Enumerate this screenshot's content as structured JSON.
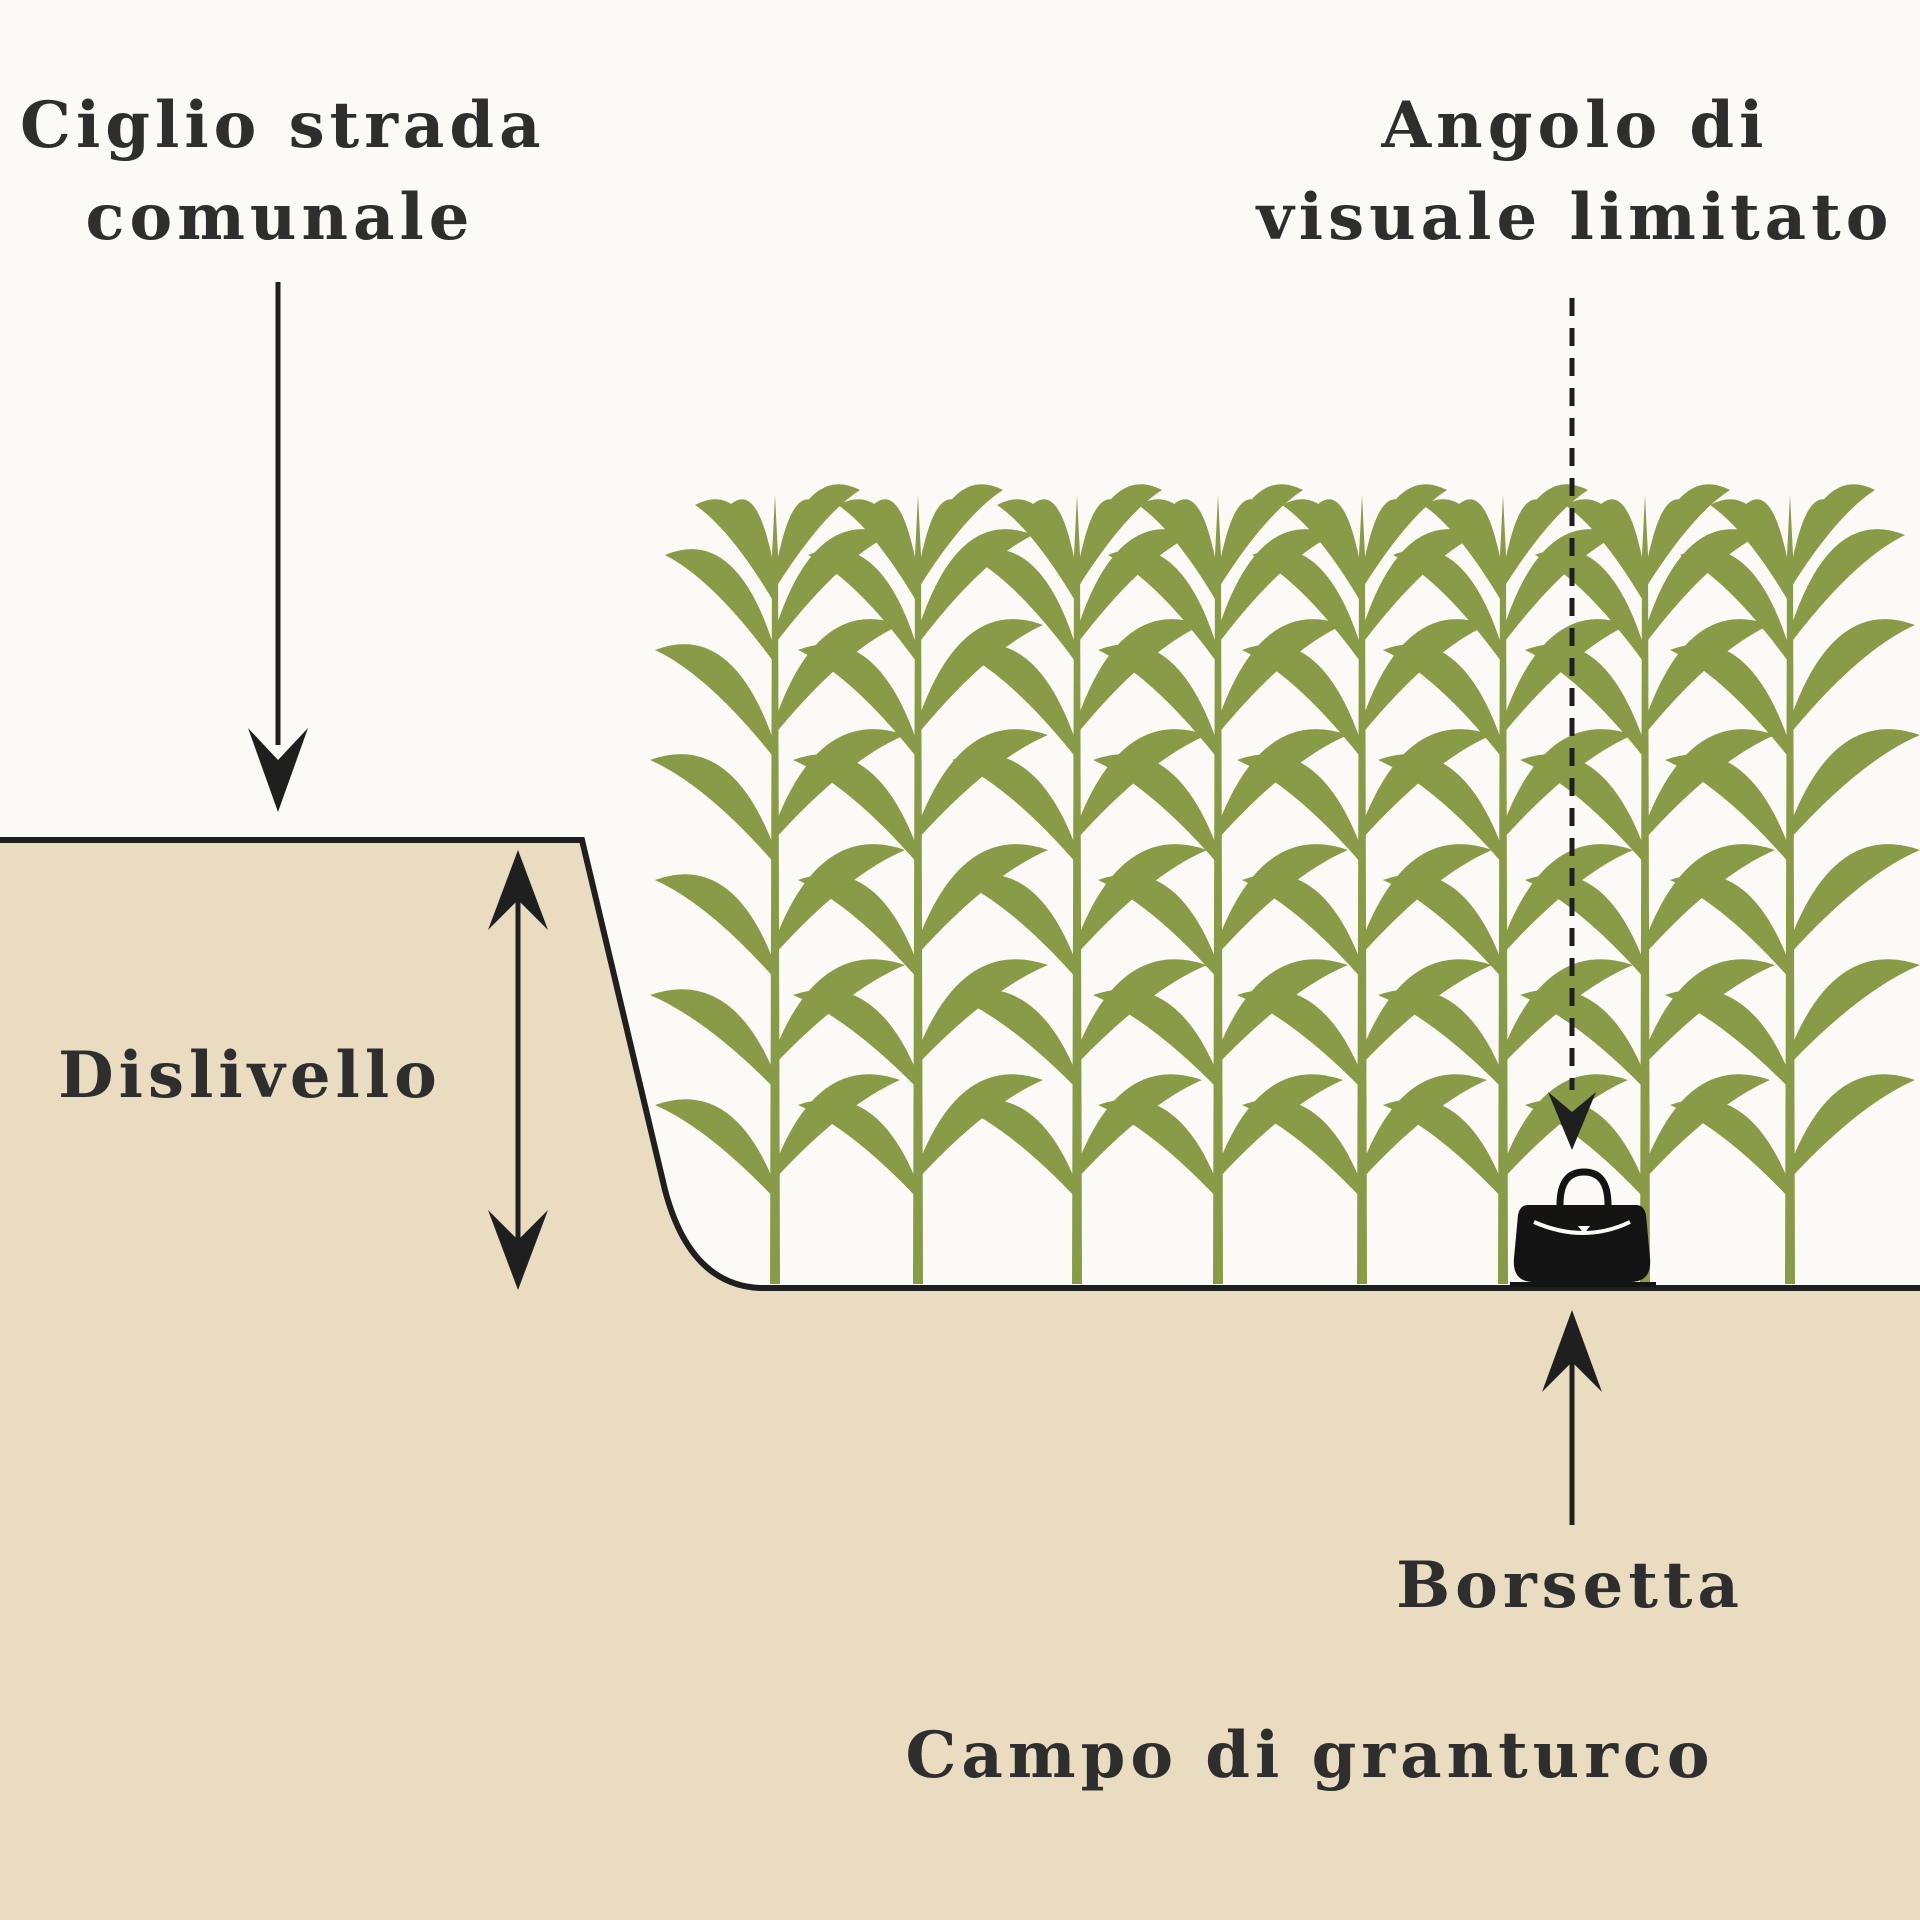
{
  "colors": {
    "sky": "#fcfaf6",
    "ground": "#e9dcc1",
    "outline": "#1f1f1f",
    "corn": "#8a9b48",
    "text": "#2e2e2e",
    "bag": "#141414"
  },
  "labels": {
    "road_edge": [
      "Ciglio strada",
      "comunale"
    ],
    "view_angle": [
      "Angolo di",
      "visuale limitato"
    ],
    "height_difference": "Dislivello",
    "handbag": "Borsetta",
    "cornfield": "Campo di granturco"
  },
  "icons": {
    "road_arrow": "arrow-down-icon",
    "view_arrow": "dashed-arrow-down-icon",
    "height_arrow": "double-arrow-vertical-icon",
    "bag_arrow": "arrow-up-icon",
    "bag": "handbag-icon",
    "plant": "corn-plant-icon"
  }
}
